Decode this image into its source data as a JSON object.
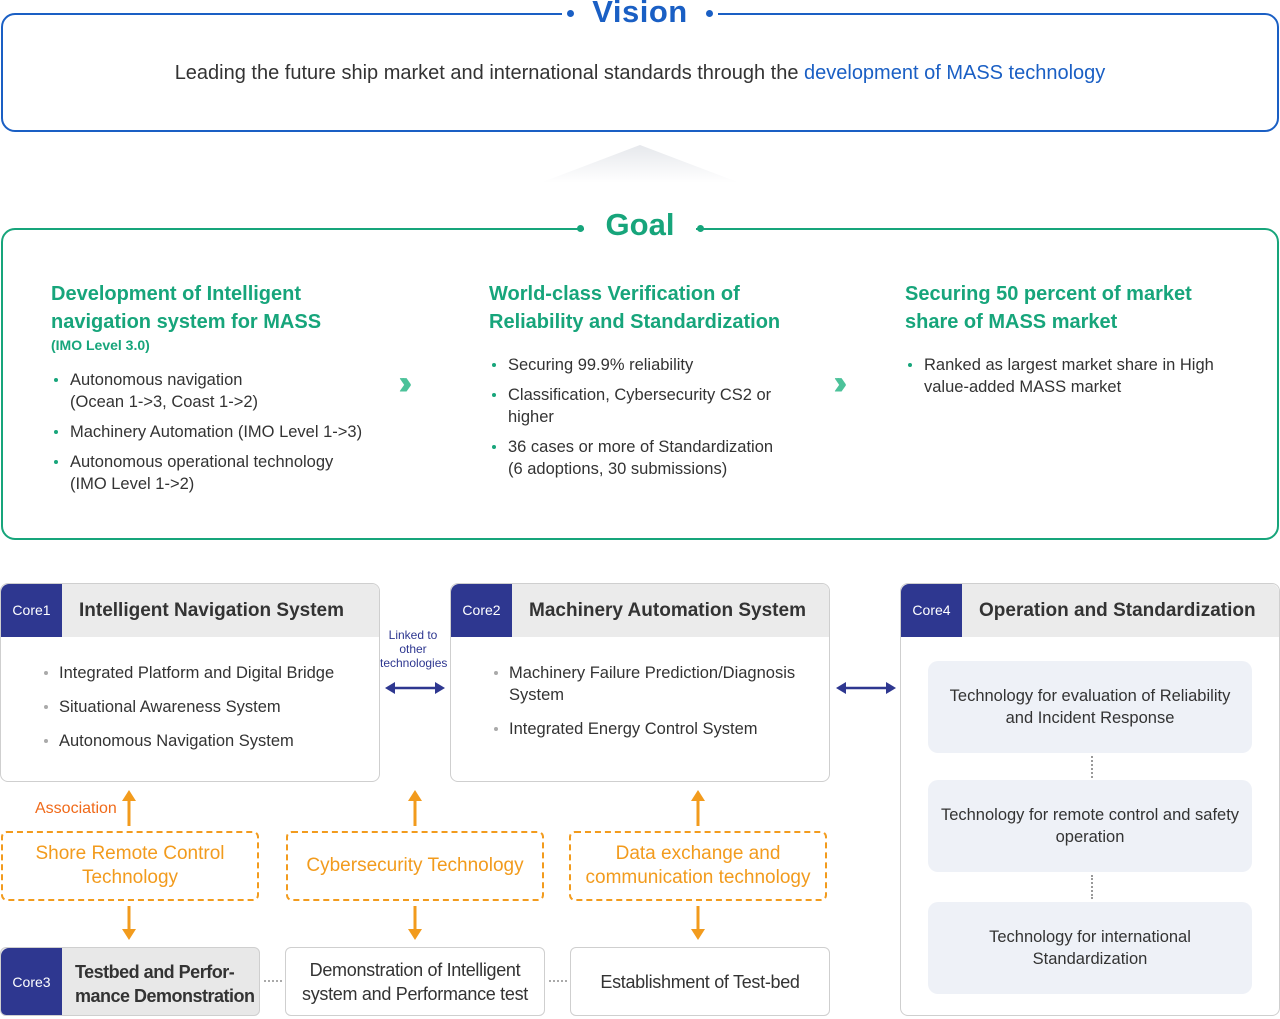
{
  "vision": {
    "title": "Vision",
    "text_prefix": "Leading the future ship market and international standards through the ",
    "text_highlight": "development of MASS technology"
  },
  "goal": {
    "title": "Goal",
    "columns": [
      {
        "heading": "Development of Intelligent navigation system for MASS",
        "sub": "(IMO Level 3.0)",
        "items": [
          "Autonomous navigation\n(Ocean 1->3, Coast 1->2)",
          "Machinery Automation (IMO Level 1->3)",
          "Autonomous operational technology\n(IMO Level 1->2)"
        ]
      },
      {
        "heading": "World-class Verification of Reliability and Standardization",
        "sub": "",
        "items": [
          "Securing 99.9% reliability",
          "Classification, Cybersecurity CS2 or higher",
          "36 cases or more of Standardization\n (6 adoptions, 30 submissions)"
        ]
      },
      {
        "heading": "Securing 50 percent of market share of MASS market",
        "sub": "",
        "items": [
          "Ranked as largest market share in High value-added MASS market"
        ]
      }
    ]
  },
  "cores": {
    "core1": {
      "badge": "Core1",
      "title": "Intelligent Navigation System",
      "items": [
        "Integrated Platform and Digital Bridge",
        "Situational Awareness System",
        "Autonomous Navigation System"
      ]
    },
    "core2": {
      "badge": "Core2",
      "title": "Machinery Automation System",
      "items": [
        "Machinery Failure Prediction/Diagnosis System",
        "Integrated Energy Control System"
      ]
    },
    "core3": {
      "badge": "Core3",
      "title_line1": "Testbed and Perfor-",
      "title_line2": "mance Demonstration"
    },
    "core4": {
      "badge": "Core4",
      "title": "Operation and Standardization",
      "items": [
        "Technology for evaluation of Reliability and Incident Response",
        "Technology for remote control and safety operation",
        "Technology for international Standardization"
      ]
    }
  },
  "link_label": "Linked to other technologies",
  "association_label": "Association",
  "support_tech": [
    "Shore Remote Control Technology",
    "Cybersecurity Technology",
    "Data exchange and communication technology"
  ],
  "demonstration": [
    "Demonstration of Intelligent system and Performance test",
    "Establishment of Test-bed"
  ],
  "colors": {
    "vision_blue": "#1a5fc4",
    "goal_green": "#17a57b",
    "core_badge_navy": "#2e3790",
    "support_orange": "#f29b1d",
    "association_orange": "#f06a1a"
  }
}
